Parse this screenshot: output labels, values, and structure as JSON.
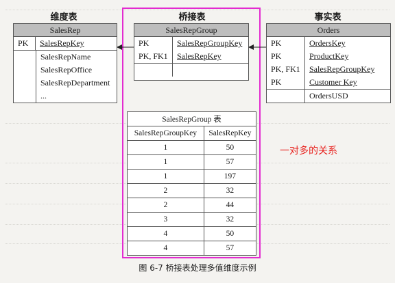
{
  "groups": {
    "dimension": "维度表",
    "bridge": "桥接表",
    "fact": "事实表"
  },
  "salesrep": {
    "title": "SalesRep",
    "pk_label": "PK",
    "pk_field": "SalesRepKey",
    "fields": [
      "SalesRepName",
      "SalesRepOffice",
      "SalesRepDepartment",
      "..."
    ]
  },
  "bridge_table": {
    "title": "SalesRepGroup",
    "rows": [
      {
        "key": "PK",
        "field": "SalesRepGroupKey"
      },
      {
        "key": "PK, FK1",
        "field": "SalesRepKey"
      }
    ]
  },
  "orders": {
    "title": "Orders",
    "rows": [
      {
        "key": "PK",
        "field": "OrdersKey"
      },
      {
        "key": "PK",
        "field": "ProductKey"
      },
      {
        "key": "PK, FK1",
        "field": "SalesRepGroupKey"
      },
      {
        "key": "PK",
        "field": "Customer Key"
      }
    ],
    "measure": "OrdersUSD"
  },
  "group_table": {
    "caption": "SalesRepGroup 表",
    "headers": [
      "SalesRepGroupKey",
      "SalesRepKey"
    ],
    "rows": [
      [
        "1",
        "50"
      ],
      [
        "1",
        "57"
      ],
      [
        "1",
        "197"
      ],
      [
        "2",
        "32"
      ],
      [
        "2",
        "44"
      ],
      [
        "3",
        "32"
      ],
      [
        "4",
        "50"
      ],
      [
        "4",
        "57"
      ]
    ]
  },
  "relation_label": "一对多的关系",
  "figure_caption": "图 6-7    桥接表处理多值维度示例",
  "colors": {
    "highlight": "#e32bd0",
    "annotation": "#e8231f",
    "header_fill": "#bdbdbd"
  }
}
